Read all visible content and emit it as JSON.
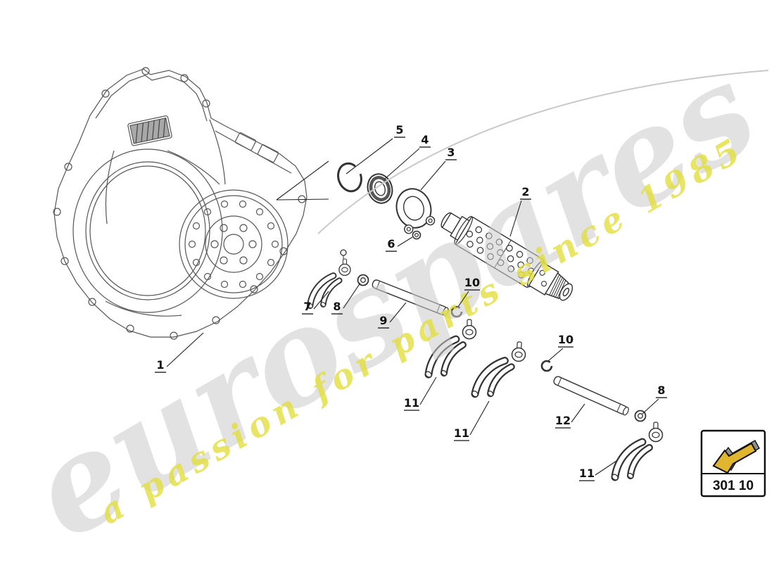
{
  "watermark": {
    "brand": "eurospares",
    "tagline": "a passion for parts since 1985",
    "brand_color": "#cbcbcb",
    "tagline_color": "#e2dd3d"
  },
  "badge": {
    "code": "301 10",
    "arrow_color": "#e0b52f"
  },
  "diagram": {
    "callouts": [
      {
        "part": "circlip",
        "label": "5"
      },
      {
        "part": "shaft-seal",
        "label": "4"
      },
      {
        "part": "guide-flange",
        "label": "3"
      },
      {
        "part": "bolt",
        "label": "6"
      },
      {
        "part": "gear-selector-drum",
        "label": "2"
      },
      {
        "part": "selector-fork-a",
        "label": "7"
      },
      {
        "part": "washer-a",
        "label": "8"
      },
      {
        "part": "selector-rod-a",
        "label": "9"
      },
      {
        "part": "snap-ring-a",
        "label": "10"
      },
      {
        "part": "gearbox-housing",
        "label": "1"
      },
      {
        "part": "selector-fork-b",
        "label": "11"
      },
      {
        "part": "selector-fork-c",
        "label": "11"
      },
      {
        "part": "snap-ring-b",
        "label": "10"
      },
      {
        "part": "selector-rod-b",
        "label": "12"
      },
      {
        "part": "washer-b",
        "label": "8"
      },
      {
        "part": "selector-fork-d",
        "label": "11"
      }
    ]
  }
}
